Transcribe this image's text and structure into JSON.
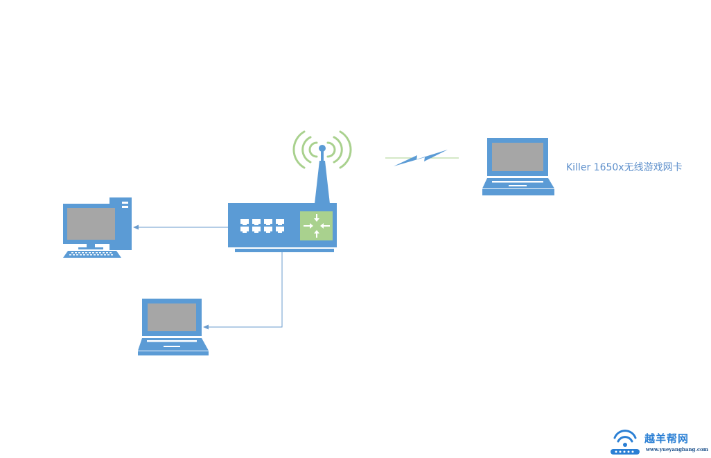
{
  "nodes": {
    "wireless_client_label": "Killer 1650x无线游戏网卡"
  },
  "watermark": {
    "site_name": "越羊帮网",
    "url": "www.yueyangbang.com"
  },
  "colors": {
    "device_blue": "#5b9bd5",
    "screen_gray": "#a6a6a6",
    "signal_green": "#a9d18e",
    "switch_green": "#a9d18e",
    "connector": "#6a9bcc",
    "label_blue": "#5d8fcb"
  },
  "icons": [
    "desktop-computer-icon",
    "laptop-icon",
    "router-icon",
    "wireless-signal-icon",
    "lightning-bolt-icon"
  ]
}
